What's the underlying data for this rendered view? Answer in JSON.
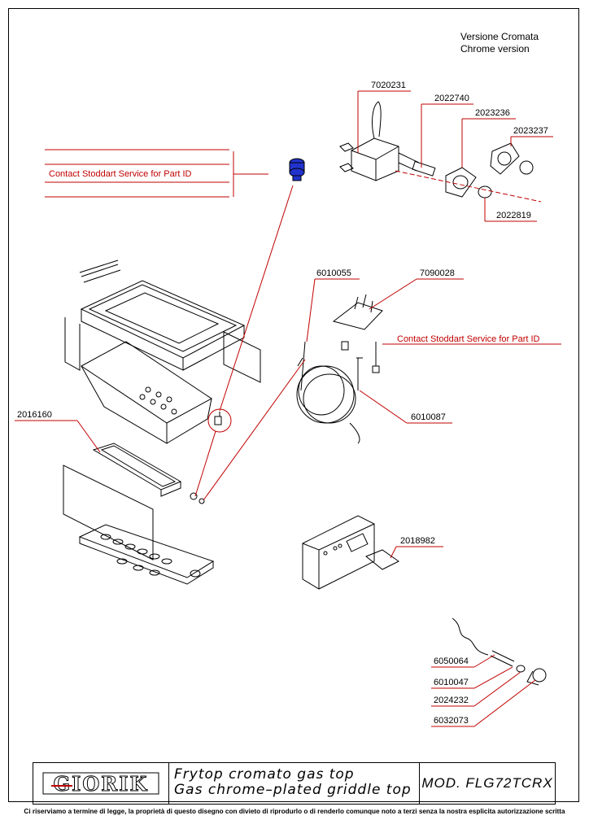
{
  "header": {
    "line1": "Versione  Cromata",
    "line2": "Chrome version"
  },
  "callouts": {
    "contact_top": "Contact Stoddart Service for Part ID",
    "contact_mid": "Contact Stoddart Service for Part ID",
    "p7020231": "7020231",
    "p2022740": "2022740",
    "p2023236": "2023236",
    "p2023237": "2023237",
    "p2022819": "2022819",
    "p6010055": "6010055",
    "p7090028": "7090028",
    "p6010087": "6010087",
    "p2016160": "2016160",
    "p2018982": "2018982",
    "p6050064": "6050064",
    "p6010047": "6010047",
    "p2024232": "2024232",
    "p6032073": "6032073"
  },
  "title_block": {
    "logo_text": "GIORIK",
    "desc_it": "Frytop cromato gas top",
    "desc_en": "Gas chrome–plated griddle top",
    "model": "MOD. FLG72TCRX"
  },
  "footer": "Ci riserviamo a termine di legge, la proprietà di questo disegno con divieto di riprodurlo o di renderlo comunque noto a terzi senza la nostra esplicita autorizzazione scritta",
  "colors": {
    "leader": "#c00000",
    "drawing": "#000000",
    "highlight": "#2233cc"
  }
}
